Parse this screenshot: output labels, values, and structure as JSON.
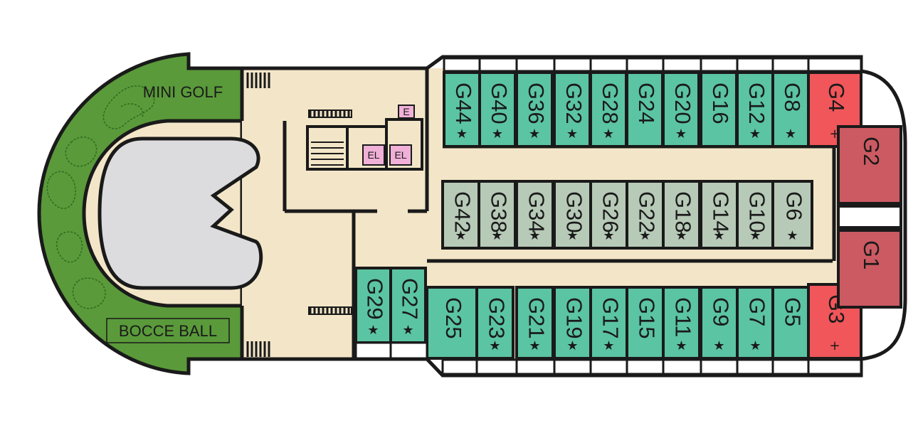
{
  "colors": {
    "ocean_view": "#5bc4a2",
    "interior": "#b7c9b7",
    "suite": "#f0565a",
    "aft_suite": "#cc5a62",
    "deck": "#f3e6c8",
    "green": "#5a9a3a",
    "rink": "#dcdcde",
    "outline": "#1a1a1a",
    "elevator": "#f0b0d8"
  },
  "areas": {
    "mini_golf": "MINI GOLF",
    "bocce_ball": "BOCCE BALL",
    "elevator_1": "EL",
    "elevator_2": "EL",
    "elevator_small": "E"
  },
  "cabins": {
    "top_row": [
      {
        "id": "G44",
        "mark": "★"
      },
      {
        "id": "G40",
        "mark": "★"
      },
      {
        "id": "G36",
        "mark": "★"
      },
      {
        "id": "G32",
        "mark": "★"
      },
      {
        "id": "G28",
        "mark": "★"
      },
      {
        "id": "G24",
        "mark": ""
      },
      {
        "id": "G20",
        "mark": "★"
      },
      {
        "id": "G16",
        "mark": ""
      },
      {
        "id": "G12",
        "mark": "★"
      },
      {
        "id": "G8",
        "mark": "★"
      },
      {
        "id": "G4",
        "mark": "+"
      }
    ],
    "middle_row": [
      {
        "id": "G42",
        "mark": "★"
      },
      {
        "id": "G38",
        "mark": "★"
      },
      {
        "id": "G34",
        "mark": "★"
      },
      {
        "id": "G30",
        "mark": "★"
      },
      {
        "id": "G26",
        "mark": "★"
      },
      {
        "id": "G22",
        "mark": "★"
      },
      {
        "id": "G18",
        "mark": "★"
      },
      {
        "id": "G14",
        "mark": "★"
      },
      {
        "id": "G10",
        "mark": "★"
      },
      {
        "id": "G6",
        "mark": "★"
      }
    ],
    "bottom_row": [
      {
        "id": "G29",
        "mark": "★"
      },
      {
        "id": "G27",
        "mark": "★"
      },
      {
        "id": "G25",
        "mark": ""
      },
      {
        "id": "G23",
        "mark": "★"
      },
      {
        "id": "G21",
        "mark": "★"
      },
      {
        "id": "G19",
        "mark": "★"
      },
      {
        "id": "G17",
        "mark": "★"
      },
      {
        "id": "G15",
        "mark": ""
      },
      {
        "id": "G11",
        "mark": "★"
      },
      {
        "id": "G9",
        "mark": "★"
      },
      {
        "id": "G7",
        "mark": "★"
      },
      {
        "id": "G5",
        "mark": ""
      },
      {
        "id": "G3",
        "mark": "+"
      }
    ],
    "aft": [
      {
        "id": "G2",
        "mark": ""
      },
      {
        "id": "G1",
        "mark": ""
      }
    ]
  }
}
